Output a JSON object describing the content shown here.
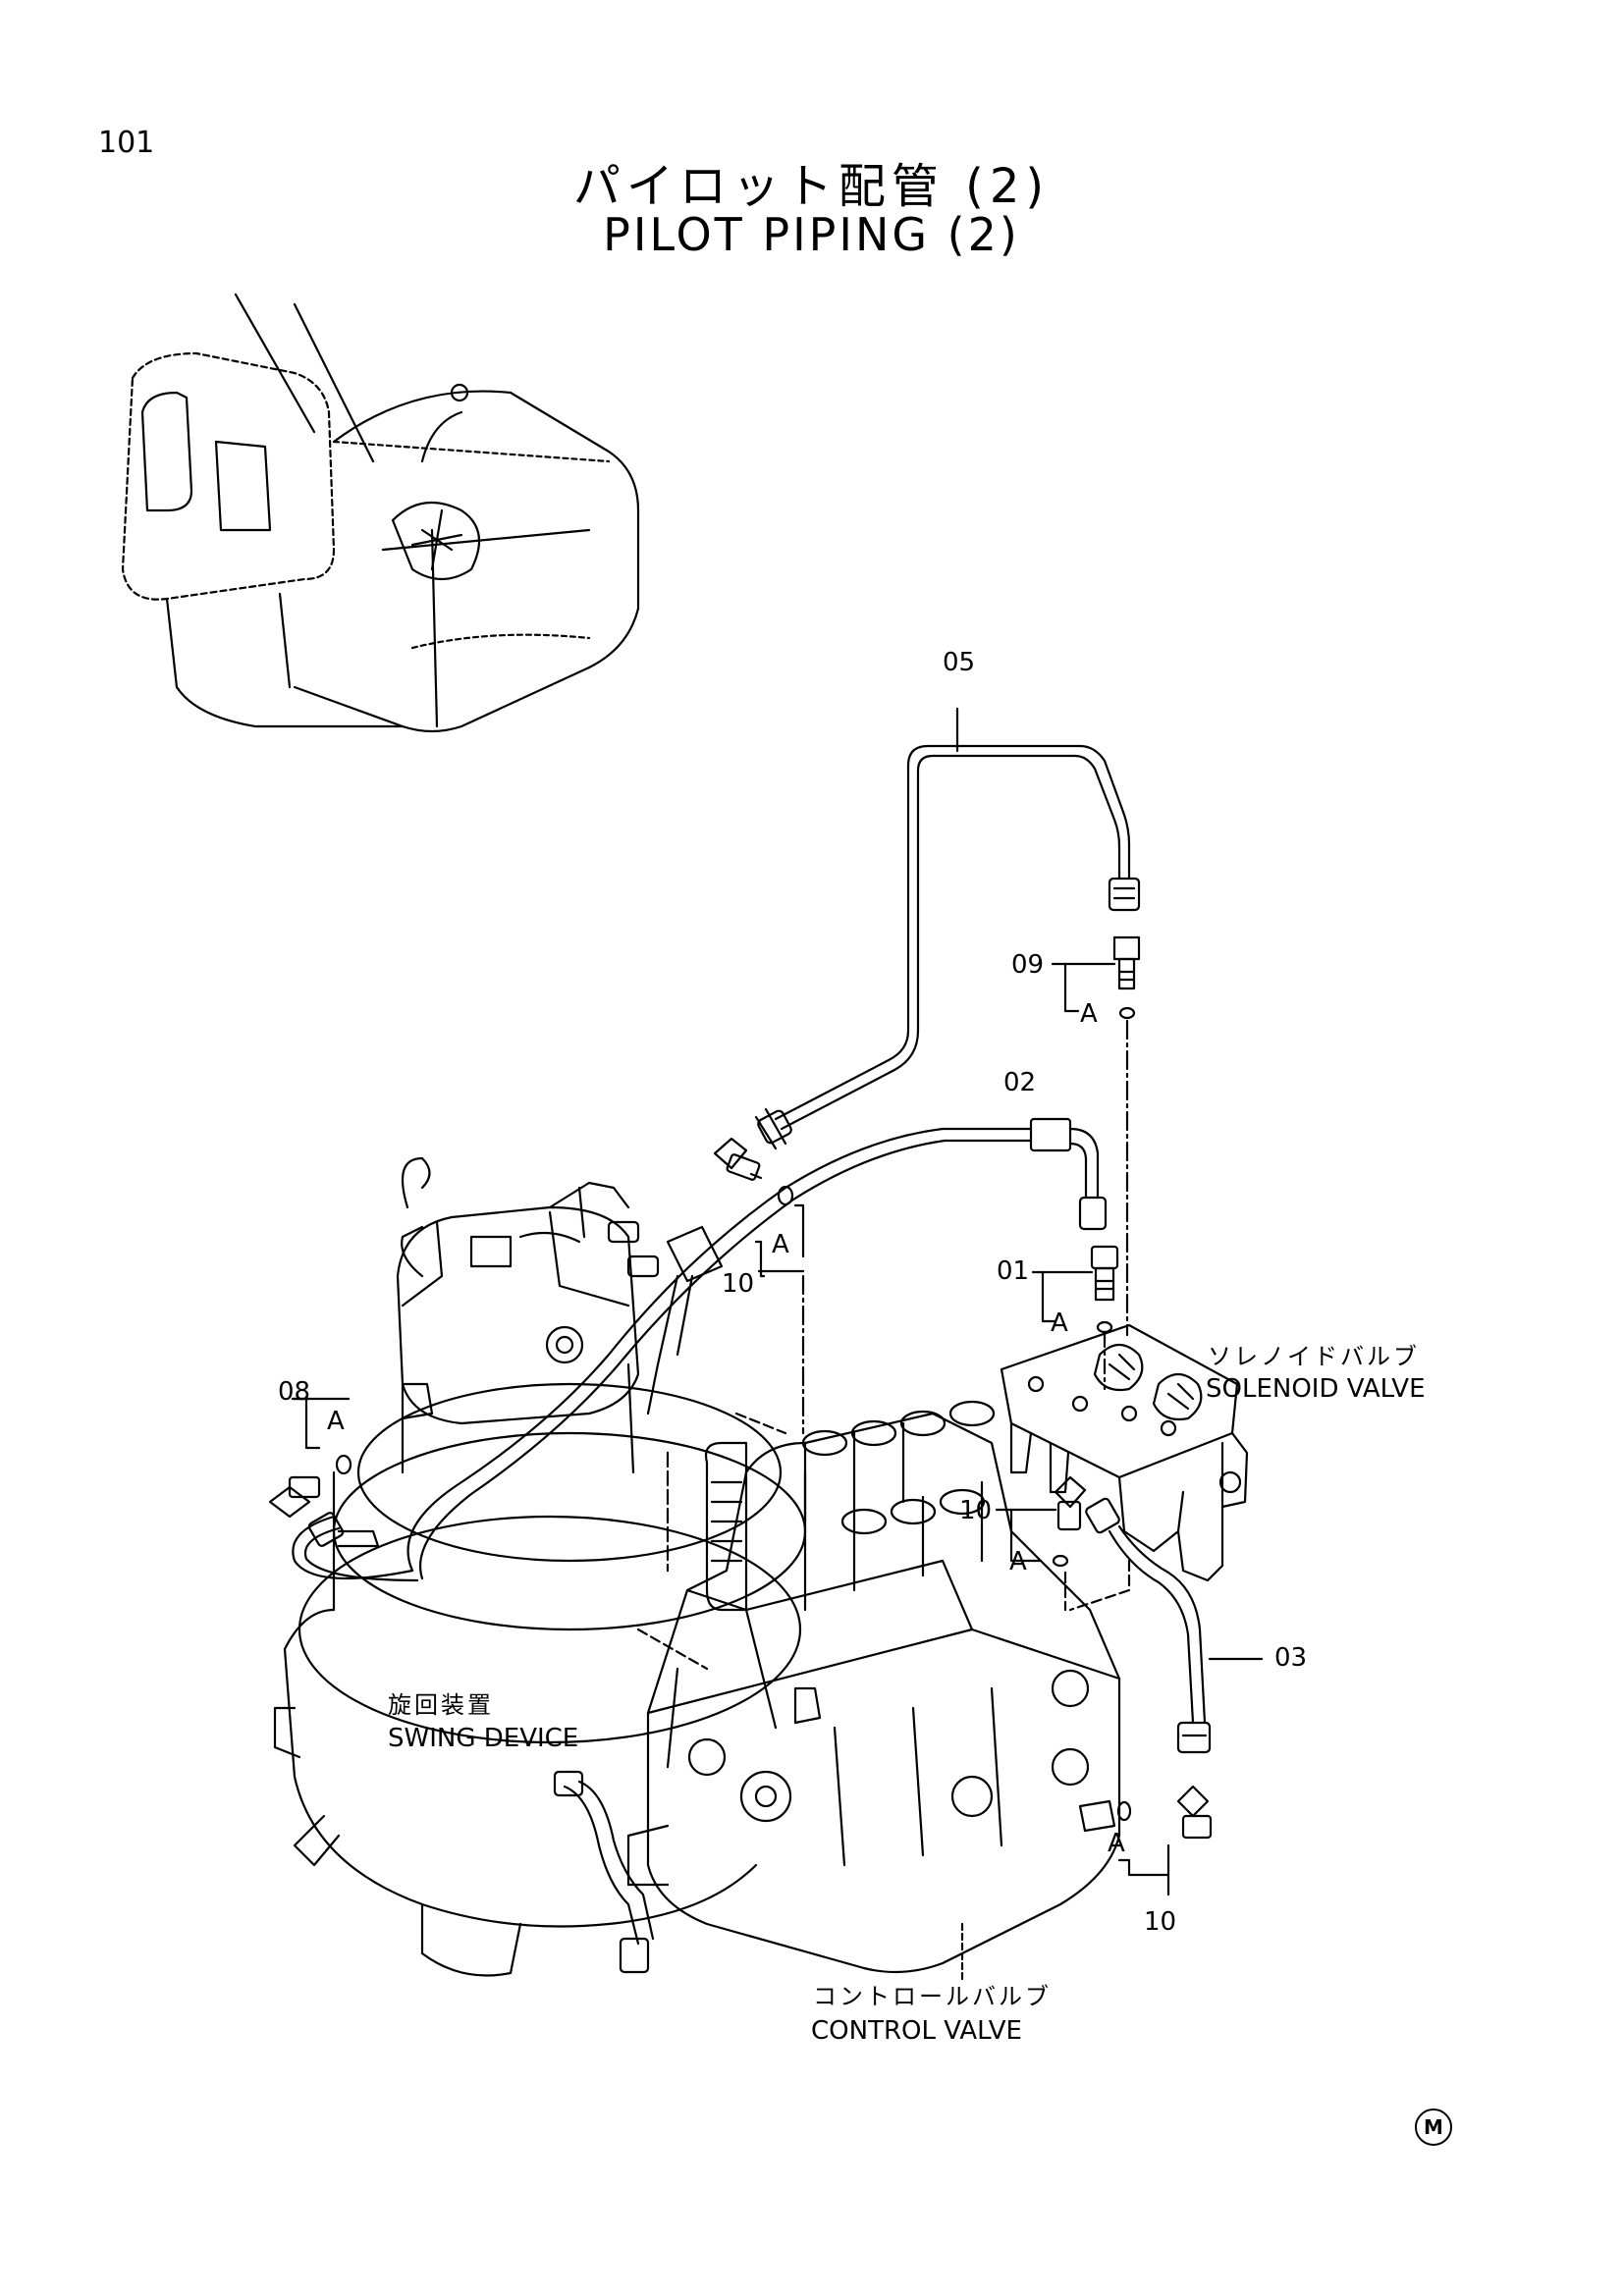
{
  "page_number": "101",
  "title": {
    "japanese": "パイロット配管 (2)",
    "english": "PILOT PIPING (2)"
  },
  "part_labels": {
    "p05": "05",
    "p09": "09",
    "p02": "02",
    "p10_top": "10",
    "p01": "01",
    "p08": "08",
    "p10_mid": "10",
    "p03": "03",
    "p10_bottom": "10"
  },
  "detail_ref": "A",
  "components": {
    "solenoid_valve": {
      "ja": "ソレノイドバルブ",
      "en": "SOLENOID VALVE"
    },
    "swing_device": {
      "ja": "旋回装置",
      "en": "SWING DEVICE"
    },
    "control_valve": {
      "ja": "コントロールバルブ",
      "en": "CONTROL VALVE"
    }
  },
  "footer_mark": "M"
}
